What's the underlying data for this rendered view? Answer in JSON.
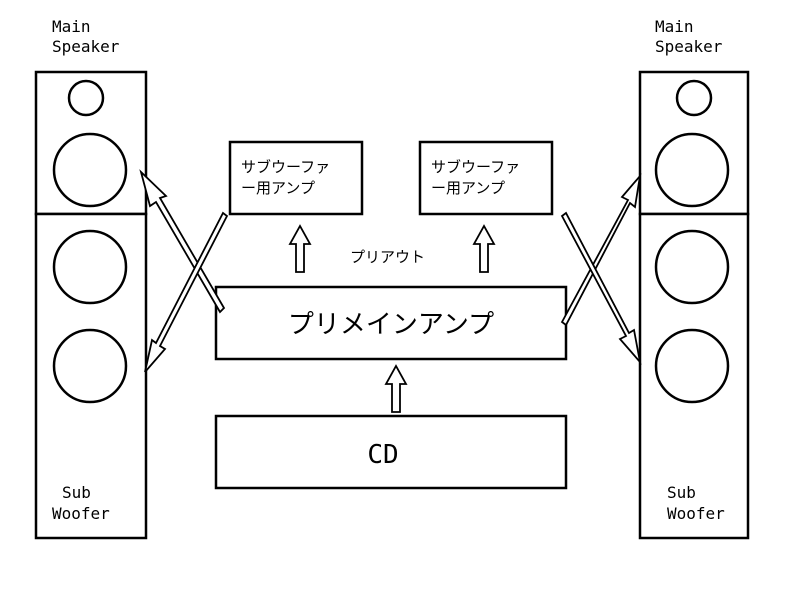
{
  "left_speaker": {
    "main_label_line1": "Main",
    "main_label_line2": "Speaker",
    "sub_label_line1": "Sub",
    "sub_label_line2": "Woofer"
  },
  "right_speaker": {
    "main_label_line1": "Main",
    "main_label_line2": "Speaker",
    "sub_label_line1": "Sub",
    "sub_label_line2": "Woofer"
  },
  "left_sub_amp": {
    "line1": "サブウーファ",
    "line2": "ー用アンプ"
  },
  "right_sub_amp": {
    "line1": "サブウーファ",
    "line2": "ー用アンプ"
  },
  "pre_out_label": "プリアウト",
  "pre_main_amp_label": "プリメインアンプ",
  "cd_label": "CD"
}
